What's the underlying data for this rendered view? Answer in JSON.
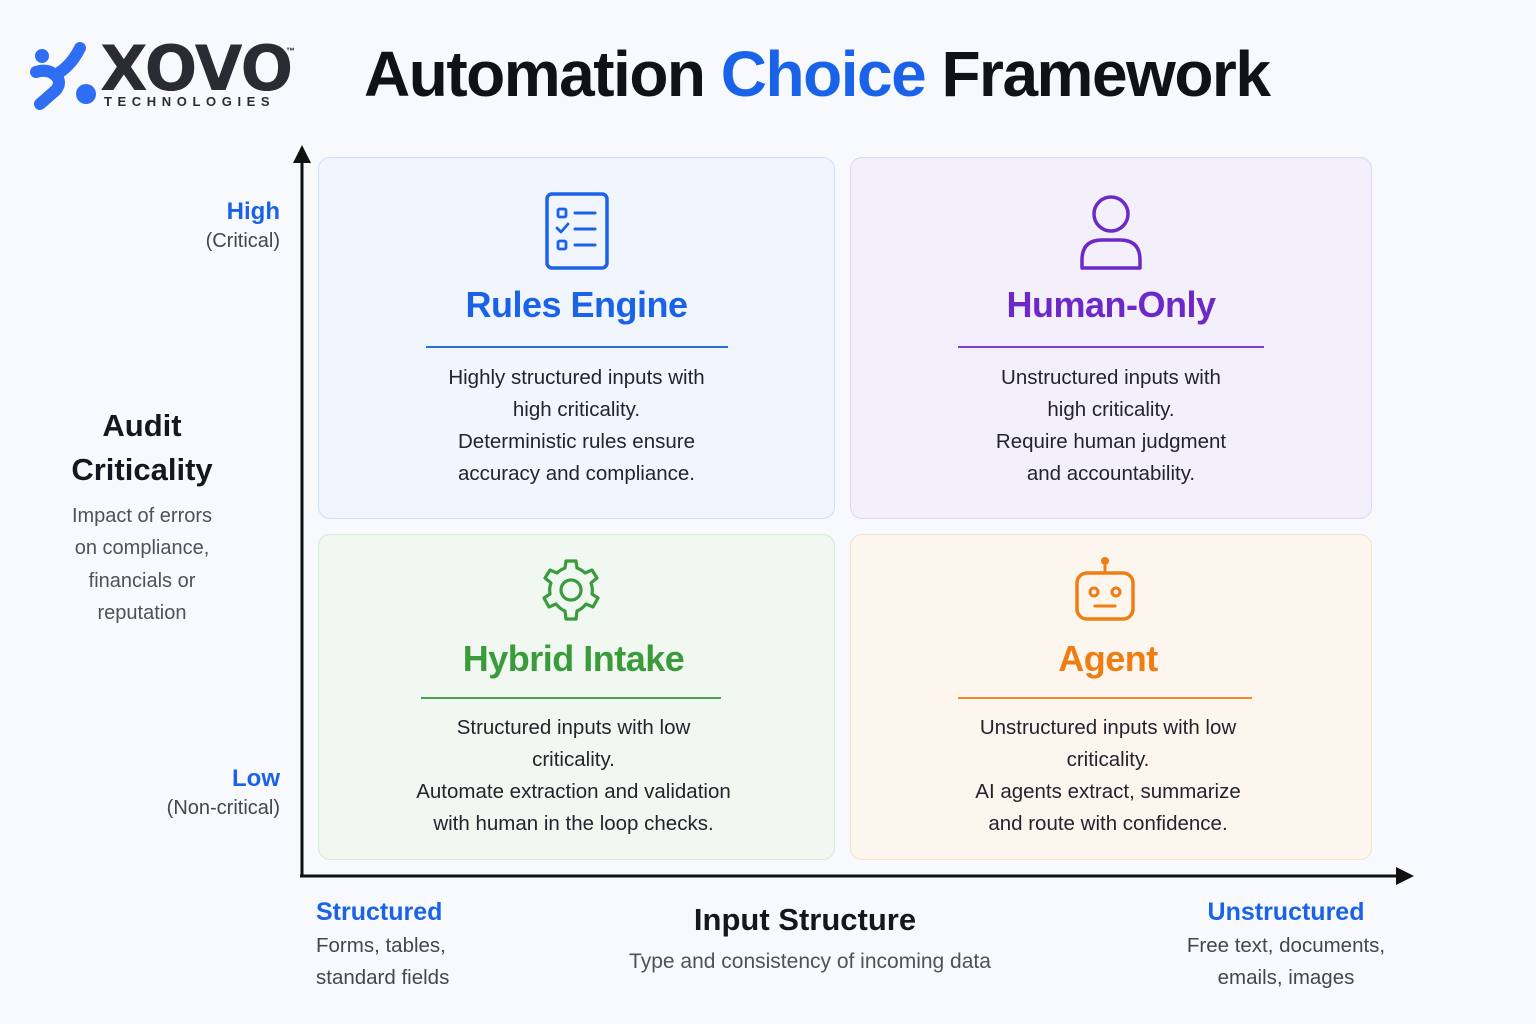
{
  "brand": {
    "name": "XOVO",
    "tagline": "TECHNOLOGIES",
    "trademark": "™"
  },
  "title": {
    "prefix": "Automation",
    "accent": "Choice",
    "suffix": "Framework"
  },
  "y_axis": {
    "title_line1": "Audit",
    "title_line2": "Criticality",
    "description": [
      "Impact of errors",
      "on compliance,",
      "financials or",
      "reputation"
    ],
    "high_label": "High",
    "high_sub": "(Critical)",
    "low_label": "Low",
    "low_sub": "(Non-critical)"
  },
  "x_axis": {
    "title": "Input Structure",
    "description": "Type and consistency of incoming data",
    "left_label": "Structured",
    "left_sub": [
      "Forms, tables,",
      "standard fields"
    ],
    "right_label": "Unstructured",
    "right_sub": [
      "Free text, documents,",
      "emails, images"
    ]
  },
  "quadrants": [
    {
      "id": "rules-engine",
      "title": "Rules Engine",
      "icon": "checklist-icon",
      "color": "#1a63e8",
      "lines": [
        "Highly structured inputs with",
        "high criticality.",
        "Deterministic rules ensure",
        "accuracy and compliance."
      ]
    },
    {
      "id": "human-only",
      "title": "Human-Only",
      "icon": "person-icon",
      "color": "#6d28c8",
      "lines": [
        "Unstructured inputs with",
        "high criticality.",
        "Require human judgment",
        "and accountability."
      ]
    },
    {
      "id": "hybrid-intake",
      "title": "Hybrid Intake",
      "icon": "gear-icon",
      "color": "#3b9b3b",
      "lines": [
        "Structured inputs with low",
        "criticality.",
        "Automate extraction and validation",
        "with human in the loop checks."
      ]
    },
    {
      "id": "agent",
      "title": "Agent",
      "icon": "robot-icon",
      "color": "#ef7d12",
      "lines": [
        "Unstructured inputs with low",
        "criticality.",
        "AI agents extract, summarize",
        "and route with confidence."
      ]
    }
  ]
}
